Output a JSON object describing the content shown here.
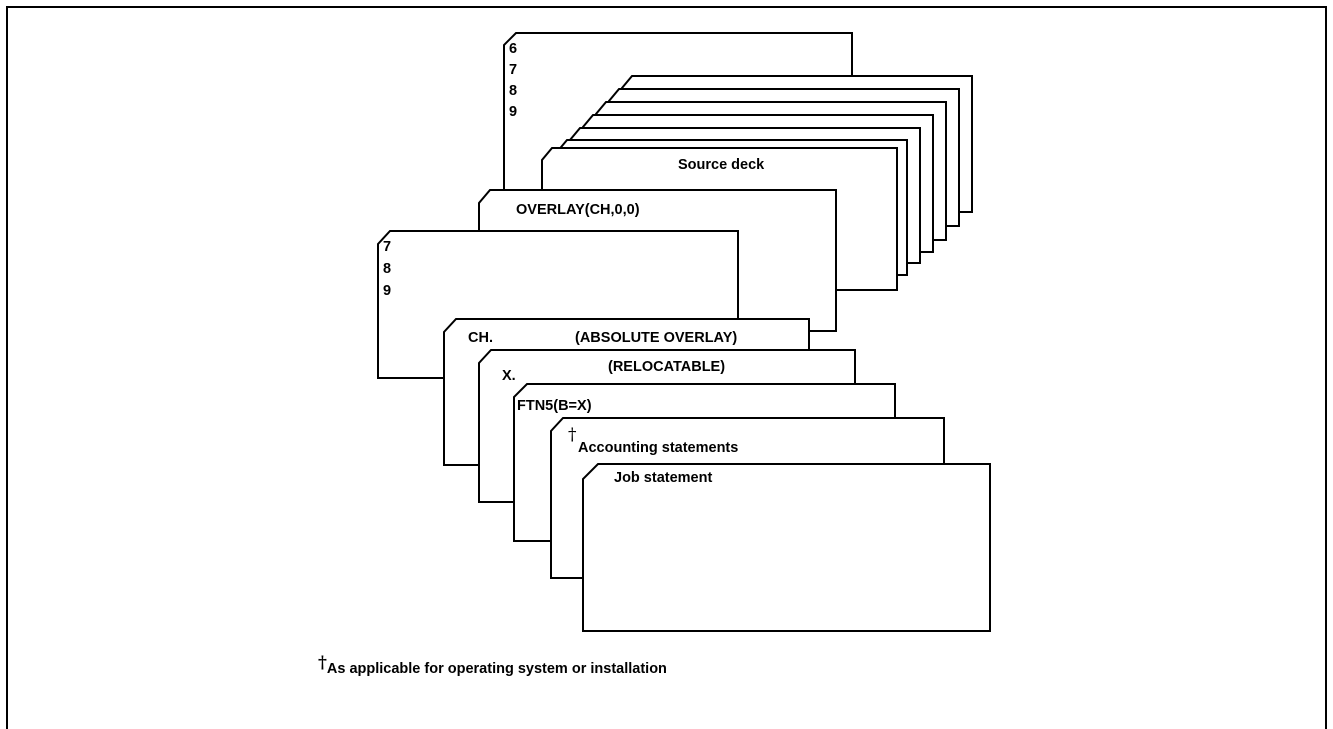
{
  "cards": {
    "control_6789": {
      "lines": [
        "6",
        "7",
        "8",
        "9"
      ]
    },
    "source_deck": {
      "label": "Source deck"
    },
    "overlay_directive": {
      "label": "OVERLAY(CH,0,0)"
    },
    "separator_789": {
      "lines": [
        "7",
        "8",
        "9"
      ]
    },
    "ch_statement": {
      "label_left": "CH.",
      "label_right": "(ABSOLUTE OVERLAY)"
    },
    "x_statement": {
      "label_left": "X.",
      "label_right": "(RELOCATABLE)"
    },
    "ftn5_statement": {
      "label": "FTN5(B=X)"
    },
    "accounting": {
      "dagger": "†",
      "label": "Accounting statements"
    },
    "job_statement": {
      "label": "Job statement"
    }
  },
  "footnote": {
    "dagger": "†",
    "text": "As applicable for operating system or installation"
  }
}
